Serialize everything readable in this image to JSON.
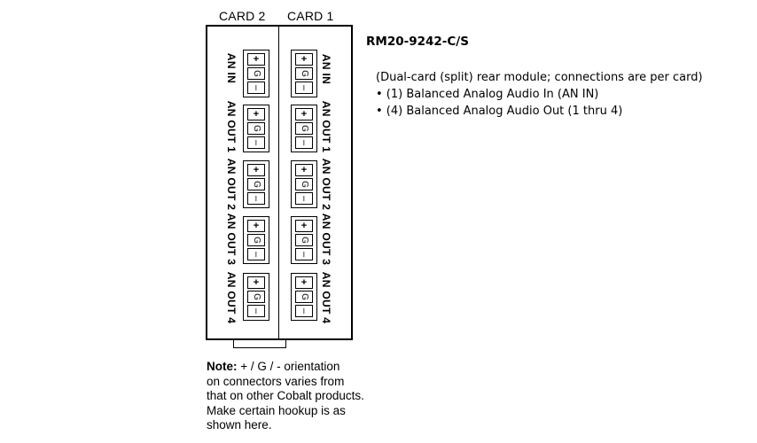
{
  "headers": {
    "card2": "CARD 2",
    "card1": "CARD 1"
  },
  "pins": {
    "plus": "+",
    "ground": "G",
    "minus": "–"
  },
  "card2_labels": [
    "AN IN",
    "AN OUT 1",
    "AN OUT 2",
    "AN OUT 3",
    "AN OUT 4"
  ],
  "card1_labels": [
    "AN IN",
    "AN OUT 1",
    "AN OUT 2",
    "AN OUT 3",
    "AN OUT 4"
  ],
  "model": "RM20-9242-C/S",
  "description": {
    "line1": "(Dual-card (split) rear module; connections are per card)",
    "bullet1": "• (1) Balanced Analog Audio In (AN IN)",
    "bullet2": "• (4) Balanced Analog Audio Out (1 thru 4)"
  },
  "note": {
    "prefix": "Note:",
    "line1": " + / G / - orientation",
    "line2": "on connectors varies from",
    "line3": "that on other Cobalt products.",
    "line4": "Make certain hookup is as",
    "line5": "shown here."
  }
}
